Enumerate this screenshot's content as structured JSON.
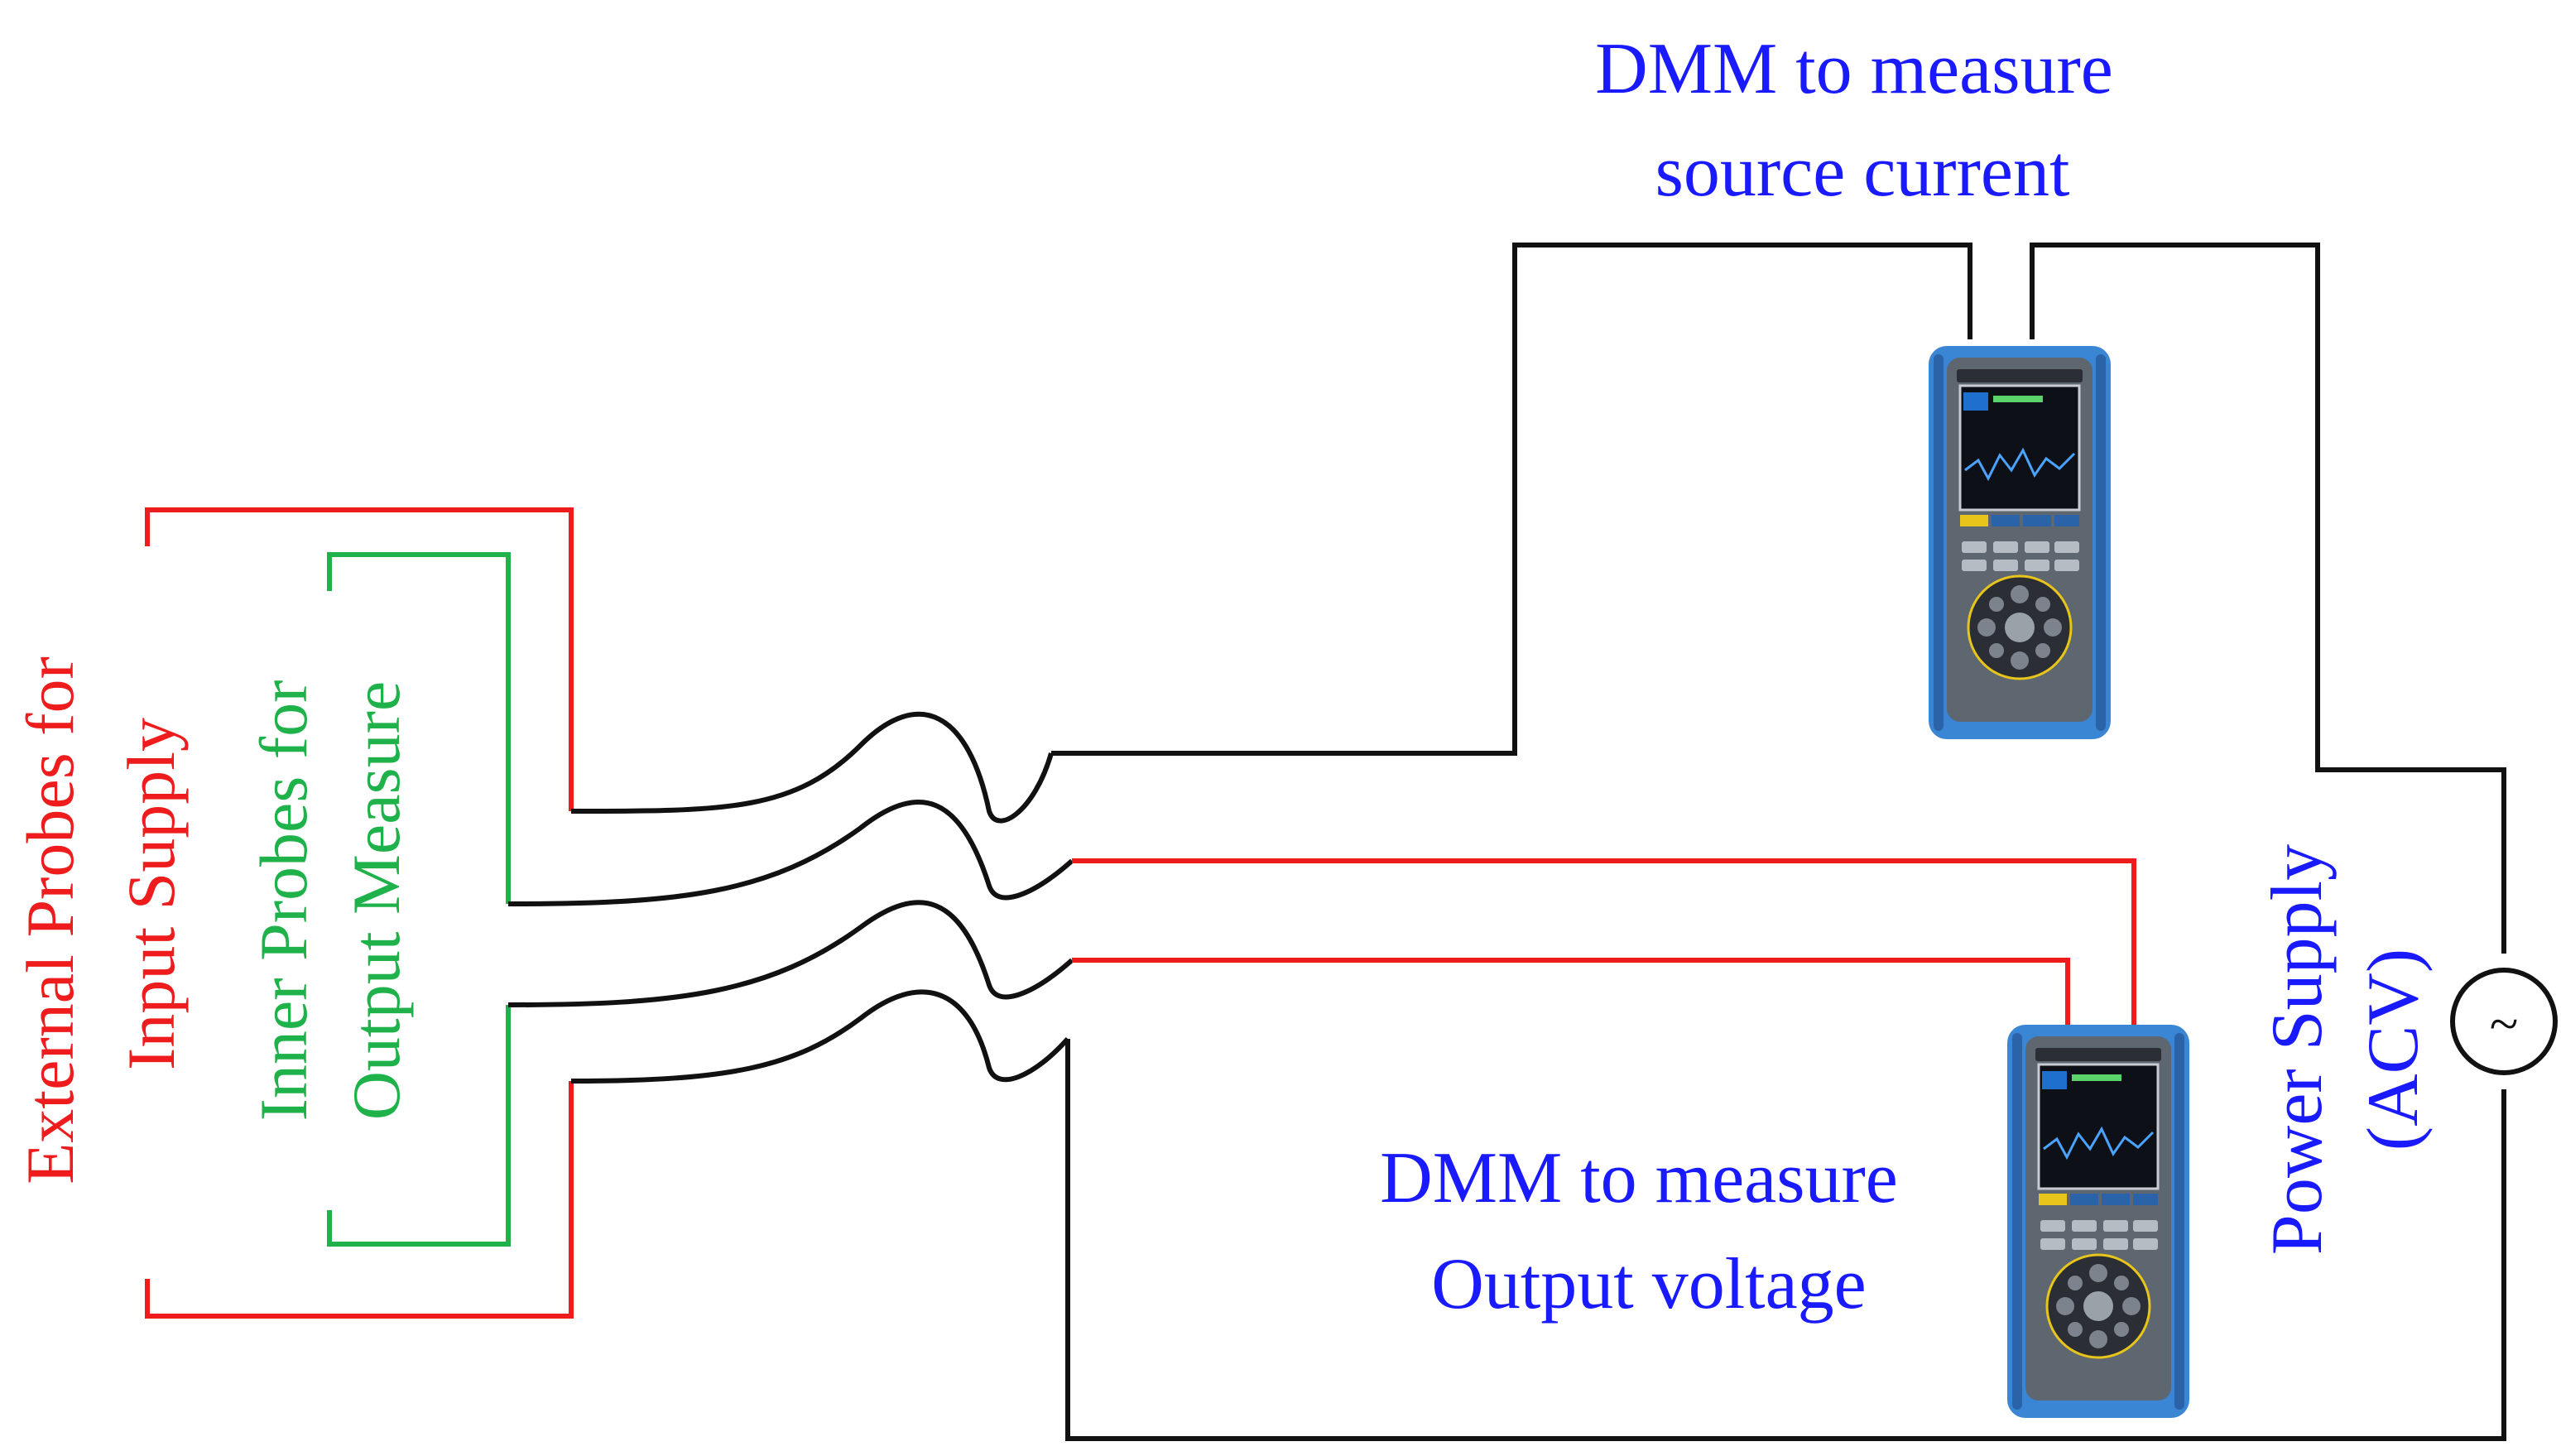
{
  "labels": {
    "dmm_current_line1": "DMM to measure",
    "dmm_current_line2": "source current",
    "dmm_voltage_line1": "DMM to measure",
    "dmm_voltage_line2": "Output voltage",
    "external_line1": "External Probes for",
    "external_line2": "Input Supply",
    "inner_line1": "Inner Probes for",
    "inner_line2": "Output Measure",
    "power_line1": "Power Supply",
    "power_line2": "(ACV)",
    "ac_symbol": "~"
  },
  "colors": {
    "label_blue": "#1a1aff",
    "external_red": "#ee1c1c",
    "inner_green": "#1fb24a",
    "wire_black": "#111111",
    "meter_body_blue": "#3a86d4",
    "meter_face_gray": "#5e6670"
  },
  "icons": {
    "multimeter": "handheld-dmm-icon",
    "ac_source": "ac-voltage-source-icon"
  }
}
